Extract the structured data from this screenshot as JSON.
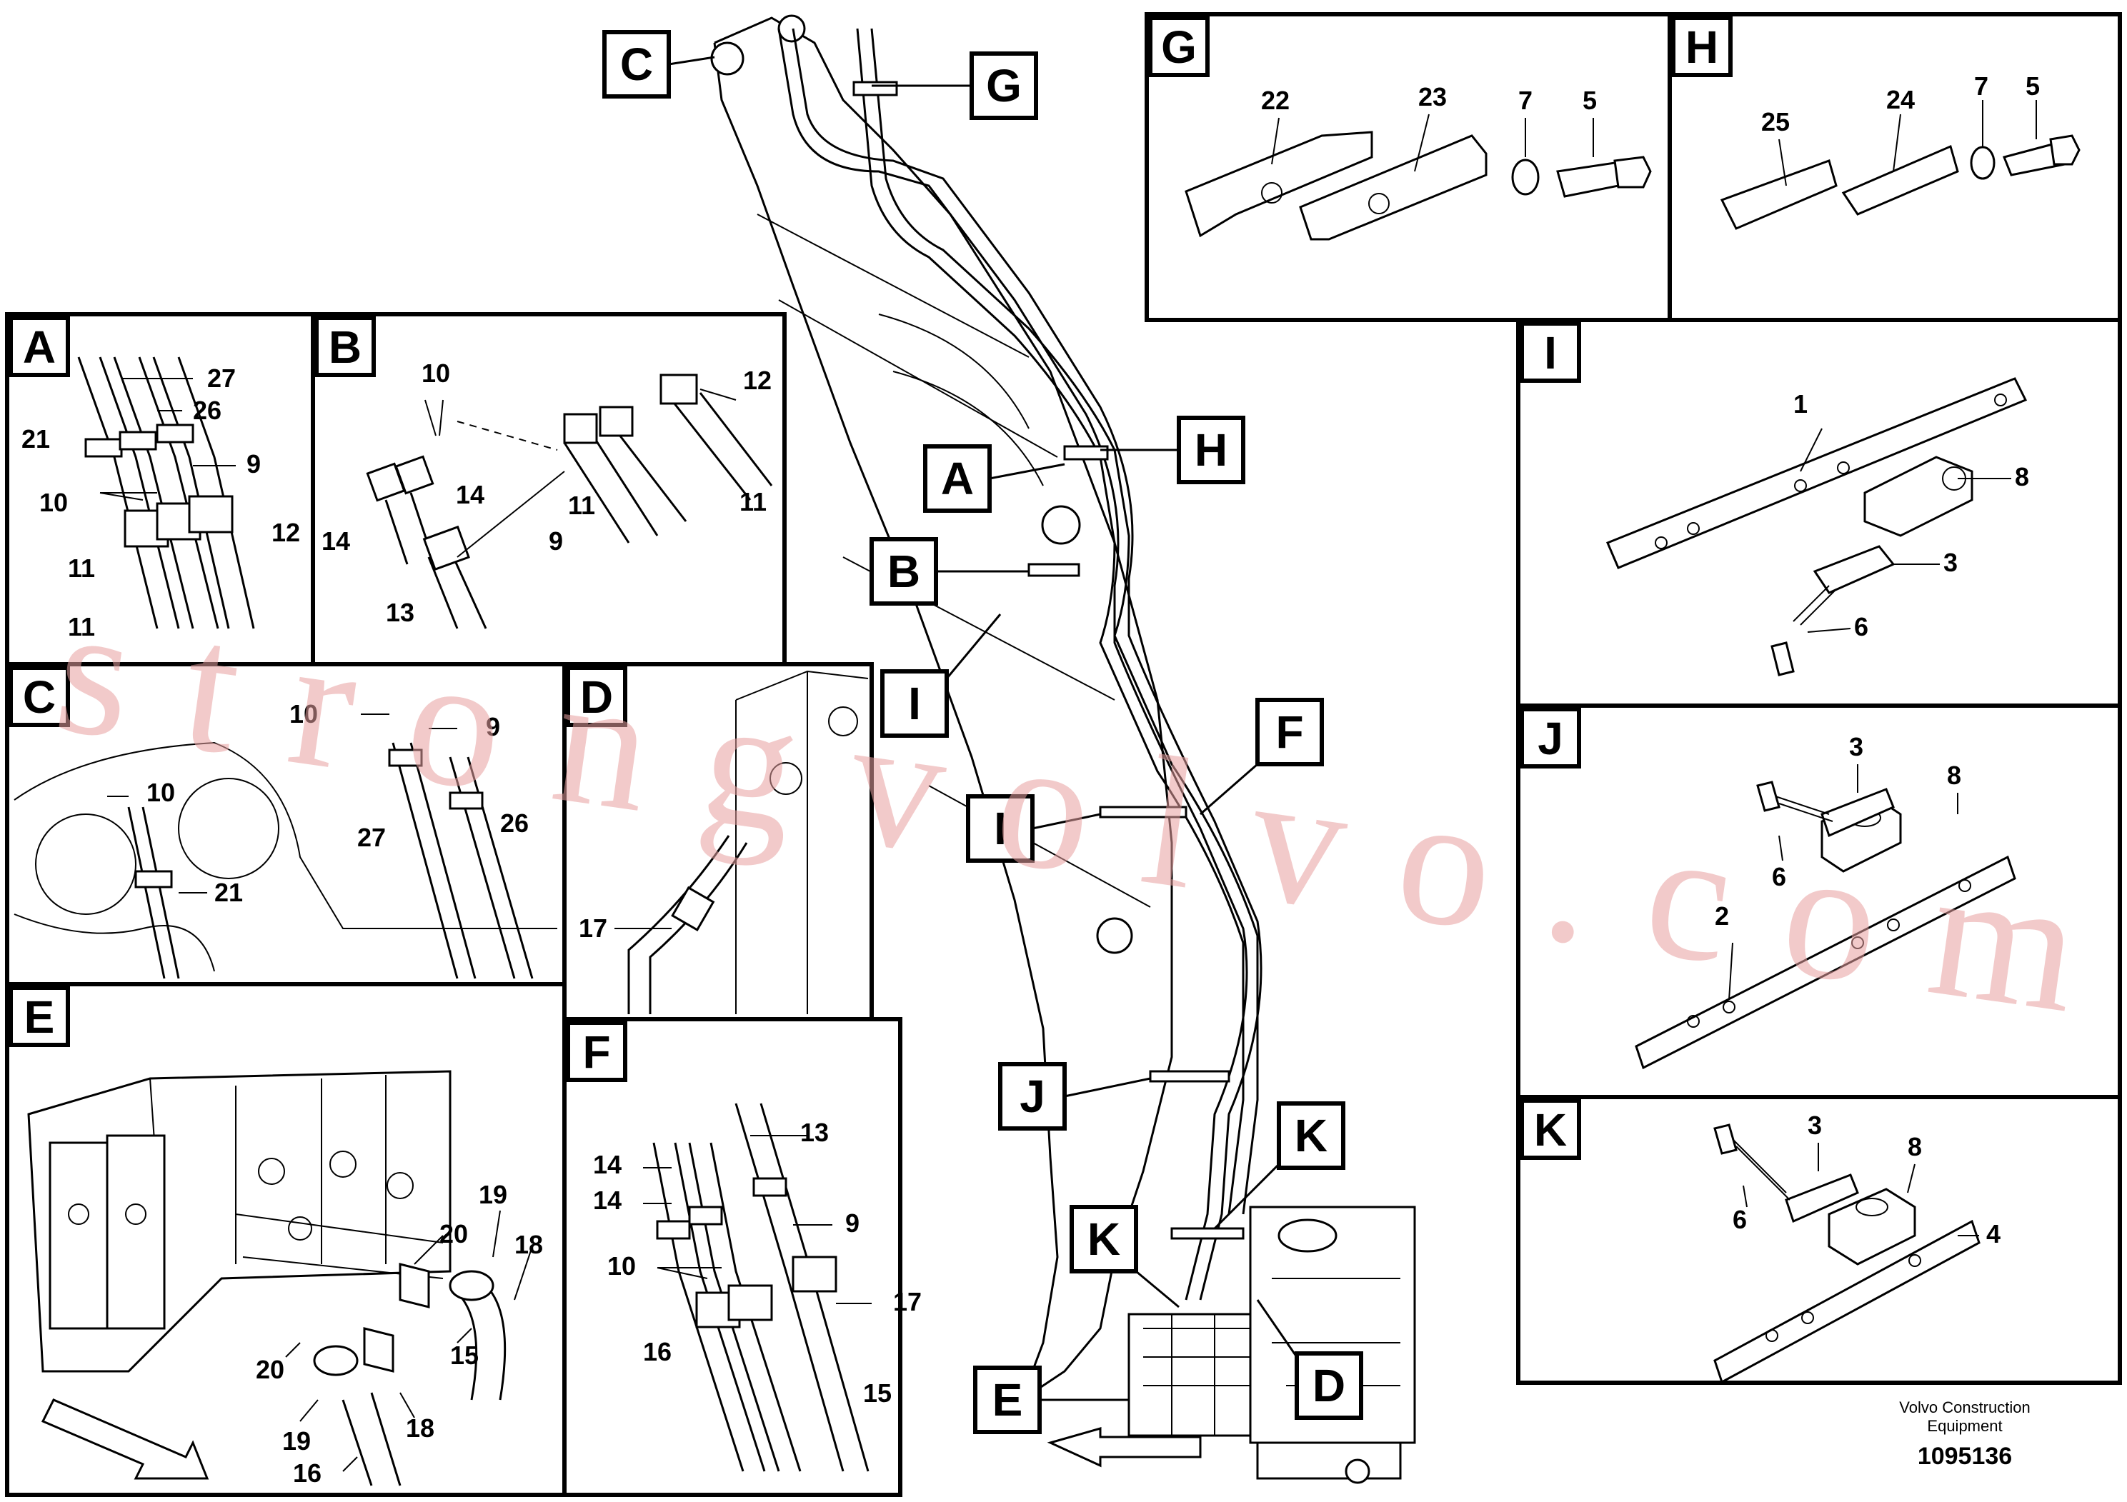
{
  "detail_panels": [
    "A",
    "B",
    "C",
    "D",
    "E",
    "F",
    "G",
    "H",
    "I",
    "J",
    "K"
  ],
  "main_callouts": [
    "C",
    "G",
    "H",
    "A",
    "B",
    "I",
    "F",
    "I",
    "J",
    "K",
    "K",
    "D",
    "E"
  ],
  "panel_A": {
    "labels": [
      "27",
      "26",
      "21",
      "9",
      "10",
      "12",
      "11",
      "11"
    ]
  },
  "panel_B": {
    "labels": [
      "10",
      "12",
      "14",
      "14",
      "11",
      "11",
      "9",
      "13"
    ]
  },
  "panel_C": {
    "labels": [
      "10",
      "9",
      "10",
      "27",
      "26",
      "21"
    ]
  },
  "panel_D": {
    "labels": [
      "17"
    ]
  },
  "panel_E": {
    "labels": [
      "19",
      "20",
      "18",
      "15",
      "20",
      "19",
      "18",
      "16"
    ]
  },
  "panel_F": {
    "labels": [
      "13",
      "14",
      "14",
      "9",
      "10",
      "17",
      "16",
      "15"
    ]
  },
  "panel_G": {
    "labels": [
      "22",
      "23",
      "7",
      "5"
    ]
  },
  "panel_H": {
    "labels": [
      "25",
      "24",
      "7",
      "5"
    ]
  },
  "panel_I": {
    "labels": [
      "1",
      "8",
      "3",
      "6"
    ]
  },
  "panel_J": {
    "labels": [
      "3",
      "8",
      "6",
      "2"
    ]
  },
  "panel_K": {
    "labels": [
      "3",
      "8",
      "6",
      "4"
    ]
  },
  "footer": {
    "company_line1": "Volvo Construction",
    "company_line2": "Equipment",
    "figure_number": "1095136"
  },
  "watermark": "strongvolvo.com"
}
